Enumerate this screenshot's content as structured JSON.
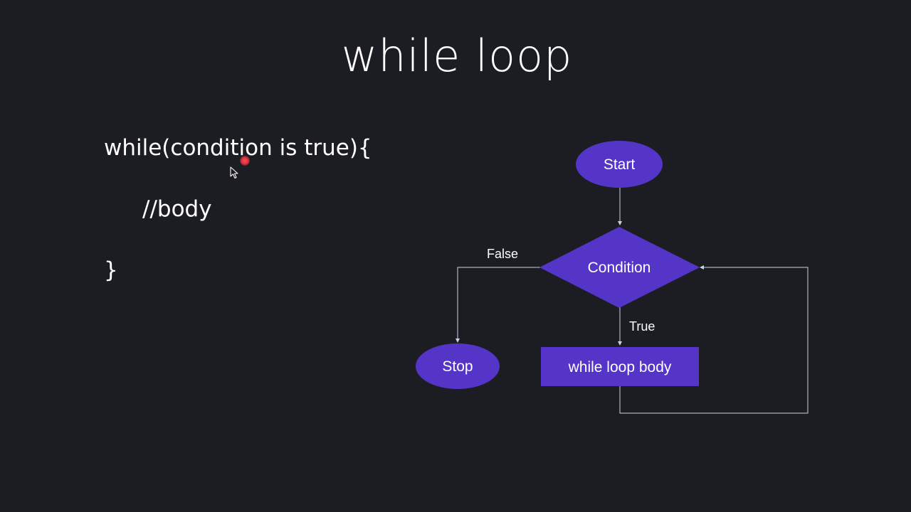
{
  "slide": {
    "title": "while loop"
  },
  "code": {
    "line1": "while(condition is true){",
    "line2": "//body",
    "line3": "}"
  },
  "flowchart": {
    "start_label": "Start",
    "condition_label": "Condition",
    "body_label": "while loop body",
    "stop_label": "Stop",
    "true_label": "True",
    "false_label": "False"
  },
  "colors": {
    "background": "#1c1d23",
    "node_fill": "#5535c8",
    "connector": "#c9d2e3",
    "text": "#ffffff",
    "pointer": "#e0323f"
  }
}
